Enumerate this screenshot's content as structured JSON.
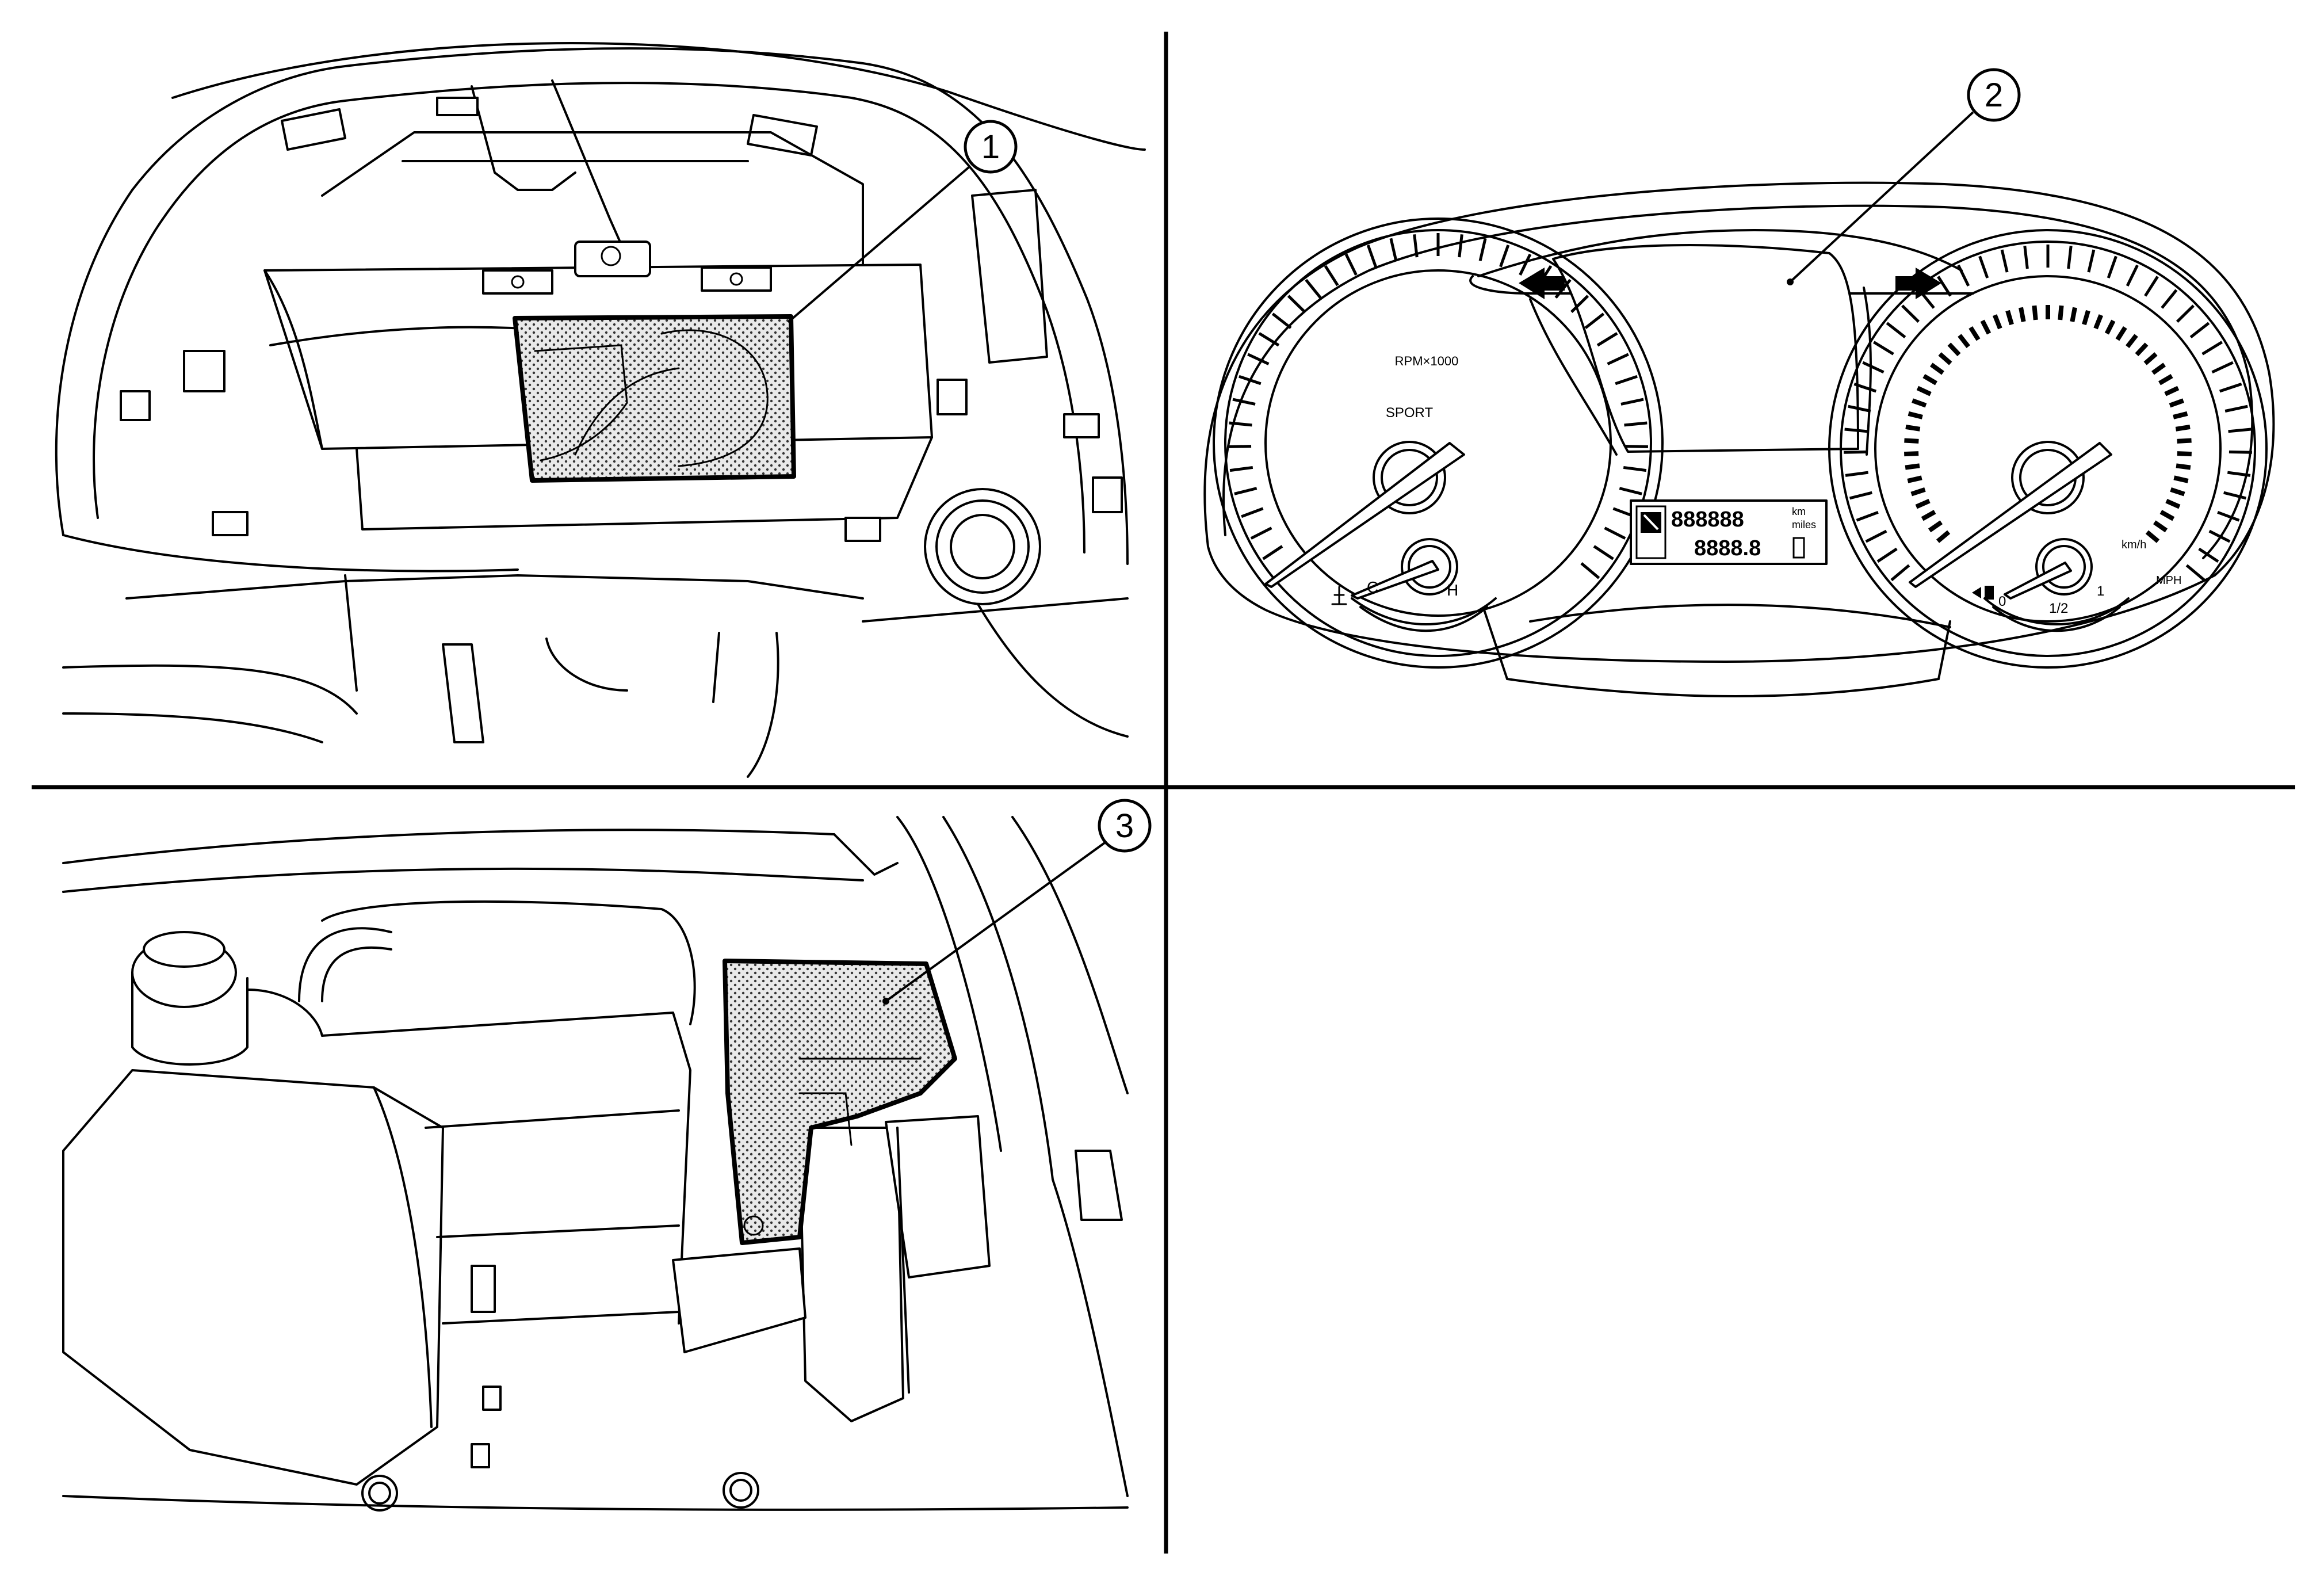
{
  "callouts": [
    {
      "number": "1"
    },
    {
      "number": "2"
    },
    {
      "number": "3"
    }
  ],
  "tachometer": {
    "scale_label": "RPM×1000",
    "mode_label": "SPORT",
    "temp_cold": "C",
    "temp_hot": "H"
  },
  "speedometer": {
    "unit_primary": "km/h",
    "unit_secondary": "MPH",
    "fuel_empty": "0",
    "fuel_half": "1/2",
    "fuel_full": "1"
  },
  "odometer_display": {
    "top_digits": "888888",
    "top_unit_km": "km",
    "top_unit_miles": "miles",
    "bottom_digits": "8888.8"
  },
  "colors": {
    "line": "#000000",
    "background": "#ffffff",
    "highlight_pattern": "stippled"
  },
  "icons": [
    "left-turn-arrow-icon",
    "right-turn-arrow-icon",
    "coolant-temp-icon",
    "fuel-pump-icon",
    "reset-button-icon"
  ]
}
